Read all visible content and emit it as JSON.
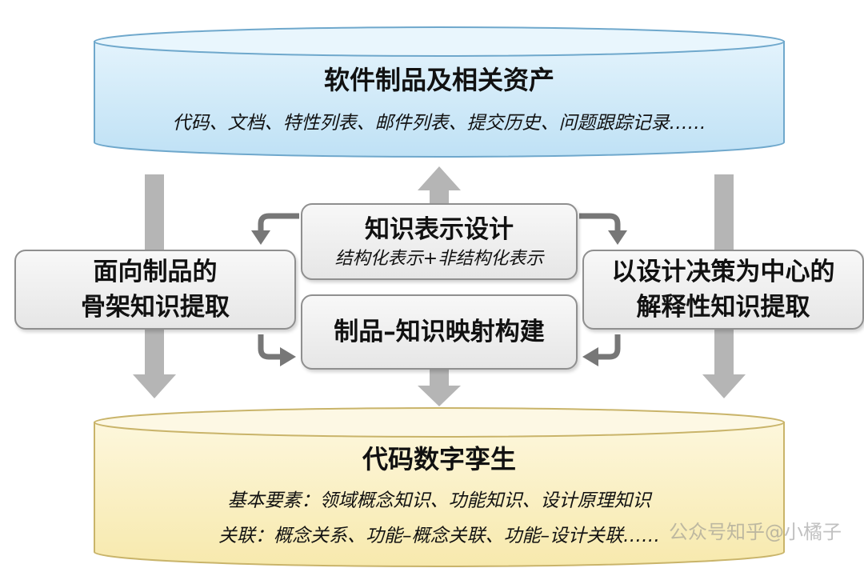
{
  "top_cylinder": {
    "title": "软件制品及相关资产",
    "subtitle": "代码、文档、特性列表、邮件列表、提交历史、问题跟踪记录……"
  },
  "bottom_cylinder": {
    "title": "代码数字孪生",
    "line1": "基本要素：领域概念知识、功能知识、设计原理知识",
    "line2": "关联：概念关系、功能–概念关联、功能–设计关联……"
  },
  "left_box": {
    "line1": "面向制品的",
    "line2": "骨架知识提取"
  },
  "right_box": {
    "line1": "以设计决策为中心的",
    "line2": "解释性知识提取"
  },
  "center_top_box": {
    "title": "知识表示设计",
    "subtitle": "结构化表示+非结构化表示"
  },
  "center_bottom_box": {
    "title": "制品–知识映射构建"
  },
  "watermark": "公众号知乎@小橘子",
  "colors": {
    "top_fill": "#cfe9f8",
    "top_stroke": "#6fa8cc",
    "bottom_fill": "#fbf1c6",
    "bottom_stroke": "#c9b46a",
    "arrow": "#b5b5b5",
    "box_border": "#8f8f8f"
  }
}
